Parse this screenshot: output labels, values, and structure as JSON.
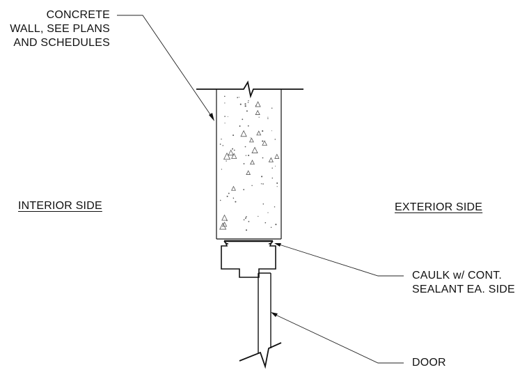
{
  "labels": {
    "concrete_wall": [
      "CONCRETE",
      "WALL, SEE PLANS",
      "AND SCHEDULES"
    ],
    "interior_side": "INTERIOR SIDE",
    "exterior_side": "EXTERIOR SIDE",
    "caulk": [
      "CAULK w/ CONT.",
      "SEALANT EA. SIDE"
    ],
    "door": "DOOR"
  },
  "colors": {
    "line": "#111111",
    "aggregate": "#555555",
    "background": "#ffffff"
  }
}
